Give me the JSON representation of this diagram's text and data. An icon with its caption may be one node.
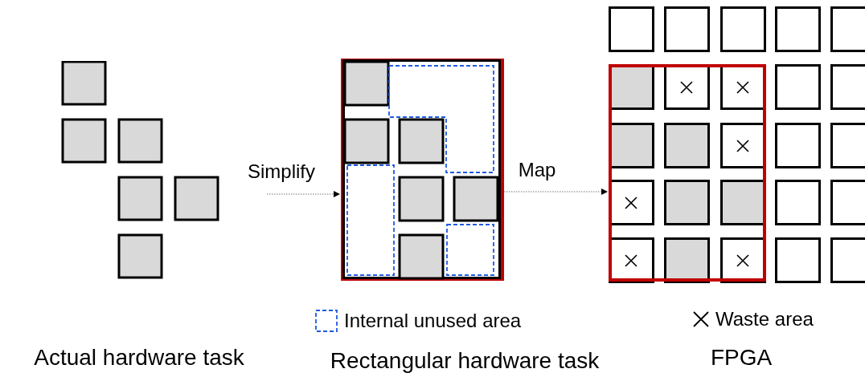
{
  "diagram": {
    "nodes": [
      {
        "text": [],
        "shape": "picture",
        "beside": [
          "Actual hardware task"
        ]
      },
      {
        "text": [],
        "shape": "box",
        "beside": [
          "Rectangular hardware task"
        ]
      },
      {
        "text": [],
        "shape": "picture",
        "beside": [
          "FPGA"
        ]
      }
    ],
    "edges": [
      {
        "from": 0,
        "to": 1,
        "arrow": "to",
        "label": "Simplify",
        "style": "dashed"
      },
      {
        "from": 1,
        "to": 2,
        "arrow": "to",
        "label": "Map",
        "style": "dashed"
      }
    ],
    "legend": [
      {
        "text": "Internal unused area"
      },
      {
        "text": "Waste area"
      }
    ]
  }
}
